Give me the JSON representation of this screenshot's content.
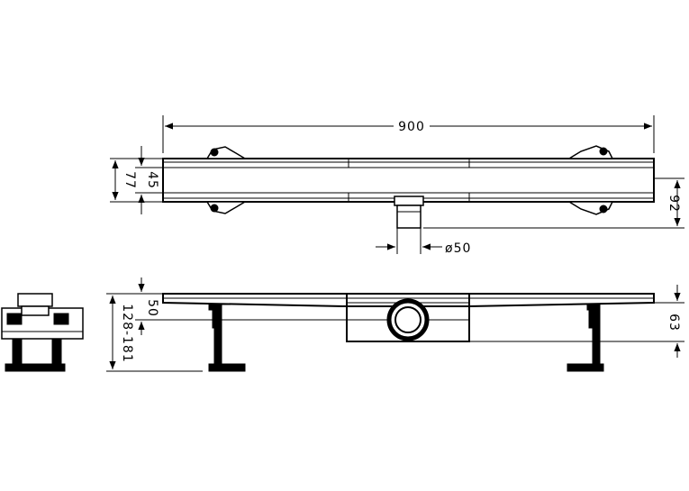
{
  "dimensions": {
    "length": "900",
    "height_outer": "77",
    "height_inner": "45",
    "depth_outlet": "92",
    "outlet_diameter": "ø50",
    "height_range": "128-181",
    "outlet_height": "50",
    "frame_height": "63"
  }
}
